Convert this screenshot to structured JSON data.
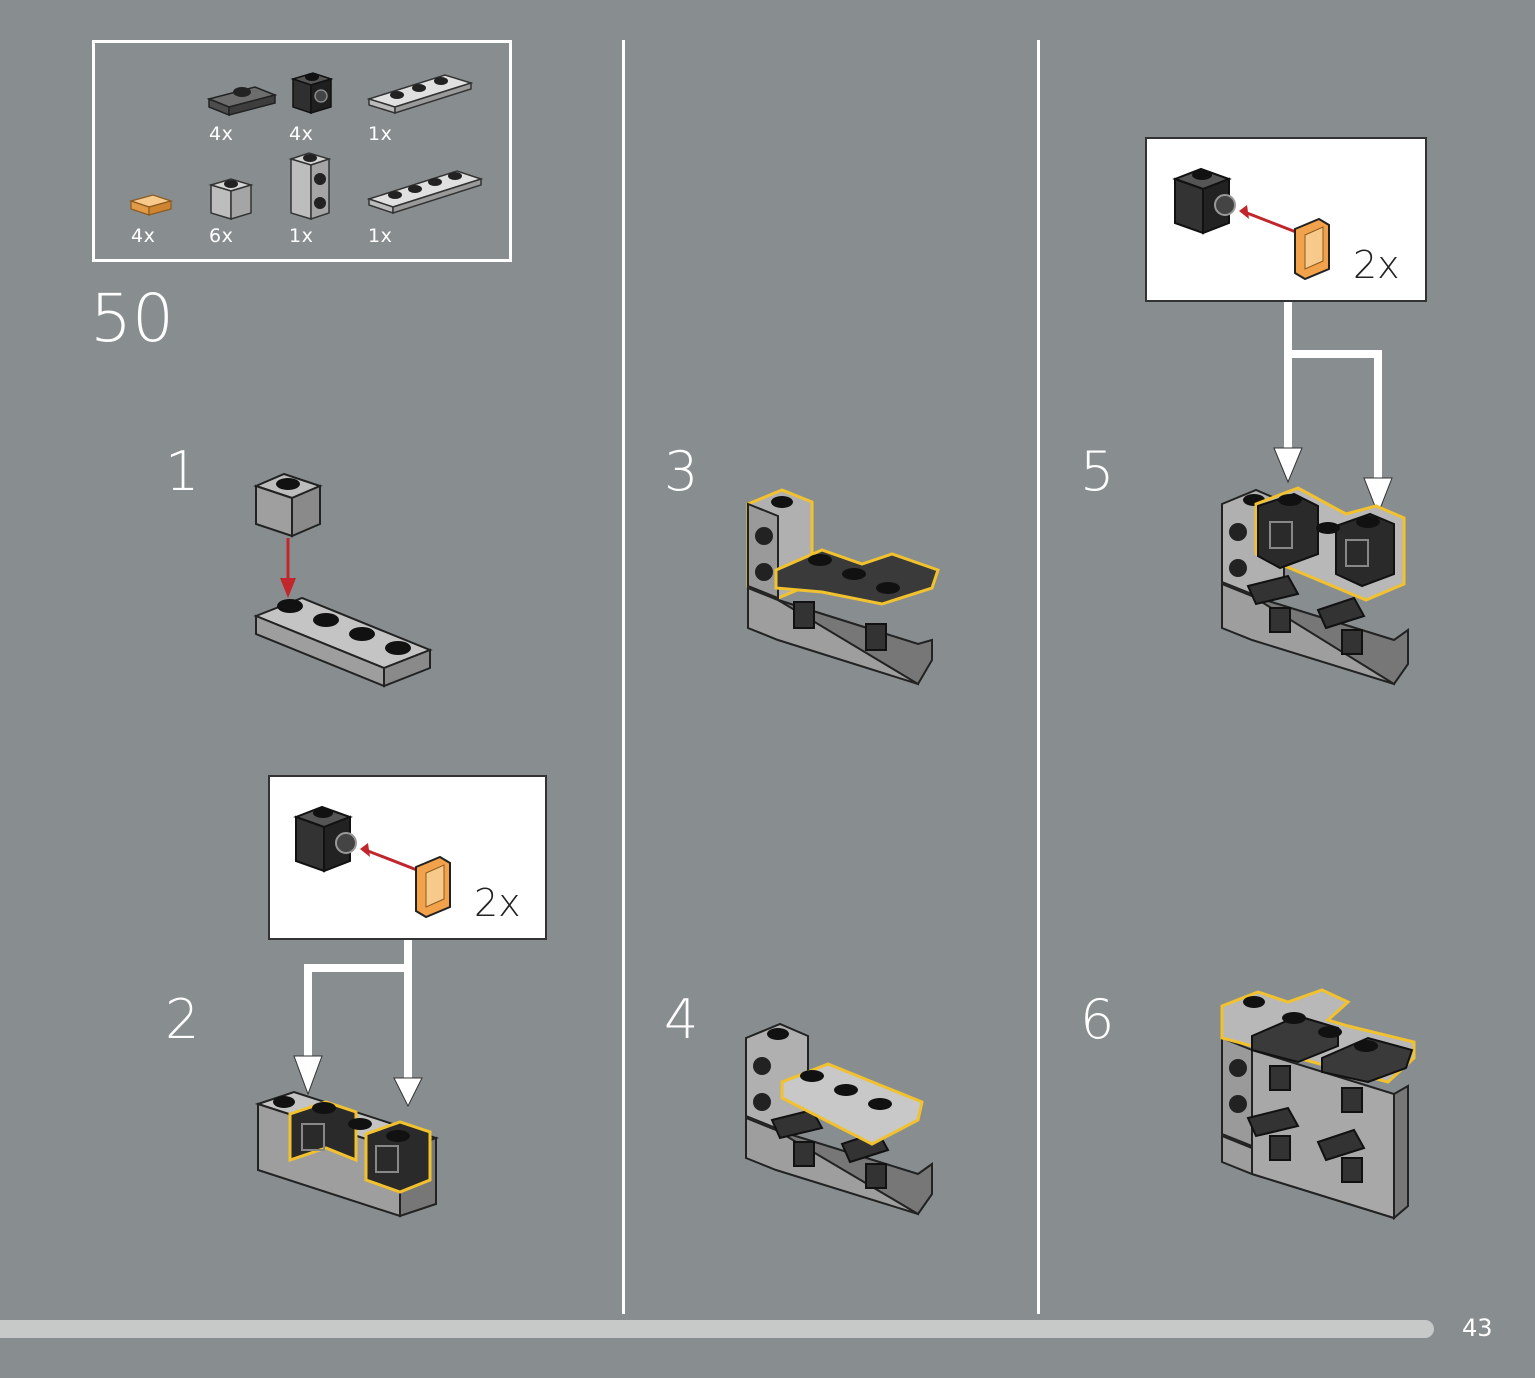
{
  "parts_list": {
    "row1": [
      {
        "qty": "4x",
        "icon": "dark-plate-1x2-jumper-icon"
      },
      {
        "qty": "4x",
        "icon": "black-brick-1x1-stud-side-icon"
      },
      {
        "qty": "1x",
        "icon": "gray-plate-1x3-icon"
      }
    ],
    "row2": [
      {
        "qty": "4x",
        "icon": "orange-tile-1x1-icon"
      },
      {
        "qty": "6x",
        "icon": "gray-brick-1x1-icon"
      },
      {
        "qty": "1x",
        "icon": "gray-brick-1x1x2-studs-side-icon"
      },
      {
        "qty": "1x",
        "icon": "gray-plate-1x4-icon"
      }
    ]
  },
  "main_step": "50",
  "steps": {
    "s1": "1",
    "s2": "2",
    "s3": "3",
    "s4": "4",
    "s5": "5",
    "s6": "6"
  },
  "callouts": {
    "c2_qty": "2x",
    "c5_qty": "2x"
  },
  "page_number": "43",
  "colors": {
    "background": "#888e90",
    "highlight": "#f2c12e",
    "arrow": "#c0262c",
    "tile": "#f2a24a"
  }
}
